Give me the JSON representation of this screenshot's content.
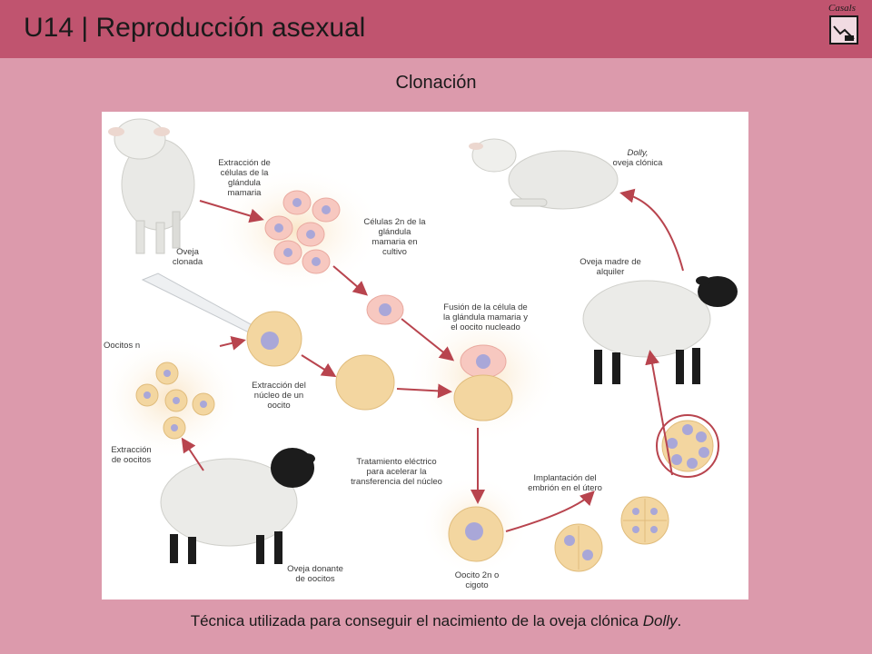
{
  "header": {
    "title": "U14 | Reproducción asexual",
    "logo_text": "Casals"
  },
  "slide": {
    "subtitle": "Clonación",
    "caption_main": "Técnica utilizada para conseguir el nacimiento de la oveja clónica ",
    "caption_italic": "Dolly",
    "caption_end": "."
  },
  "diagram": {
    "labels": {
      "extraccion_celulas": "Extracción de células de la glándula mamaria",
      "oveja_clonada": "Oveja clonada",
      "celulas_2n": "Células 2n de la glándula mamaria en cultivo",
      "oocitos_n": "Oocitos n",
      "extraccion_nucleo": "Extracción del núcleo de un oocito",
      "fusion": "Fusión de la célula de la glándula mamaria y el oocito nucleado",
      "dolly": "Dolly,",
      "oveja_clonica": "oveja clónica",
      "madre_alquiler": "Oveja madre de alquiler",
      "extraccion_oocitos": "Extracción de oocitos",
      "tratamiento": "Tratamiento eléctrico para acelerar la transferencia del núcleo",
      "implantacion": "Implantación del embrión en el útero",
      "oveja_donante": "Oveja donante de oocitos",
      "oocito_2n": "Oocito 2n o cigoto"
    },
    "colors": {
      "arrow": "#b8444e",
      "cell_pink": "#f7c8c0",
      "cell_yellow": "#f3d6a0",
      "nucleus": "#a9a7d8",
      "wool": "#ececec",
      "dark_head": "#1c1c1c"
    }
  }
}
